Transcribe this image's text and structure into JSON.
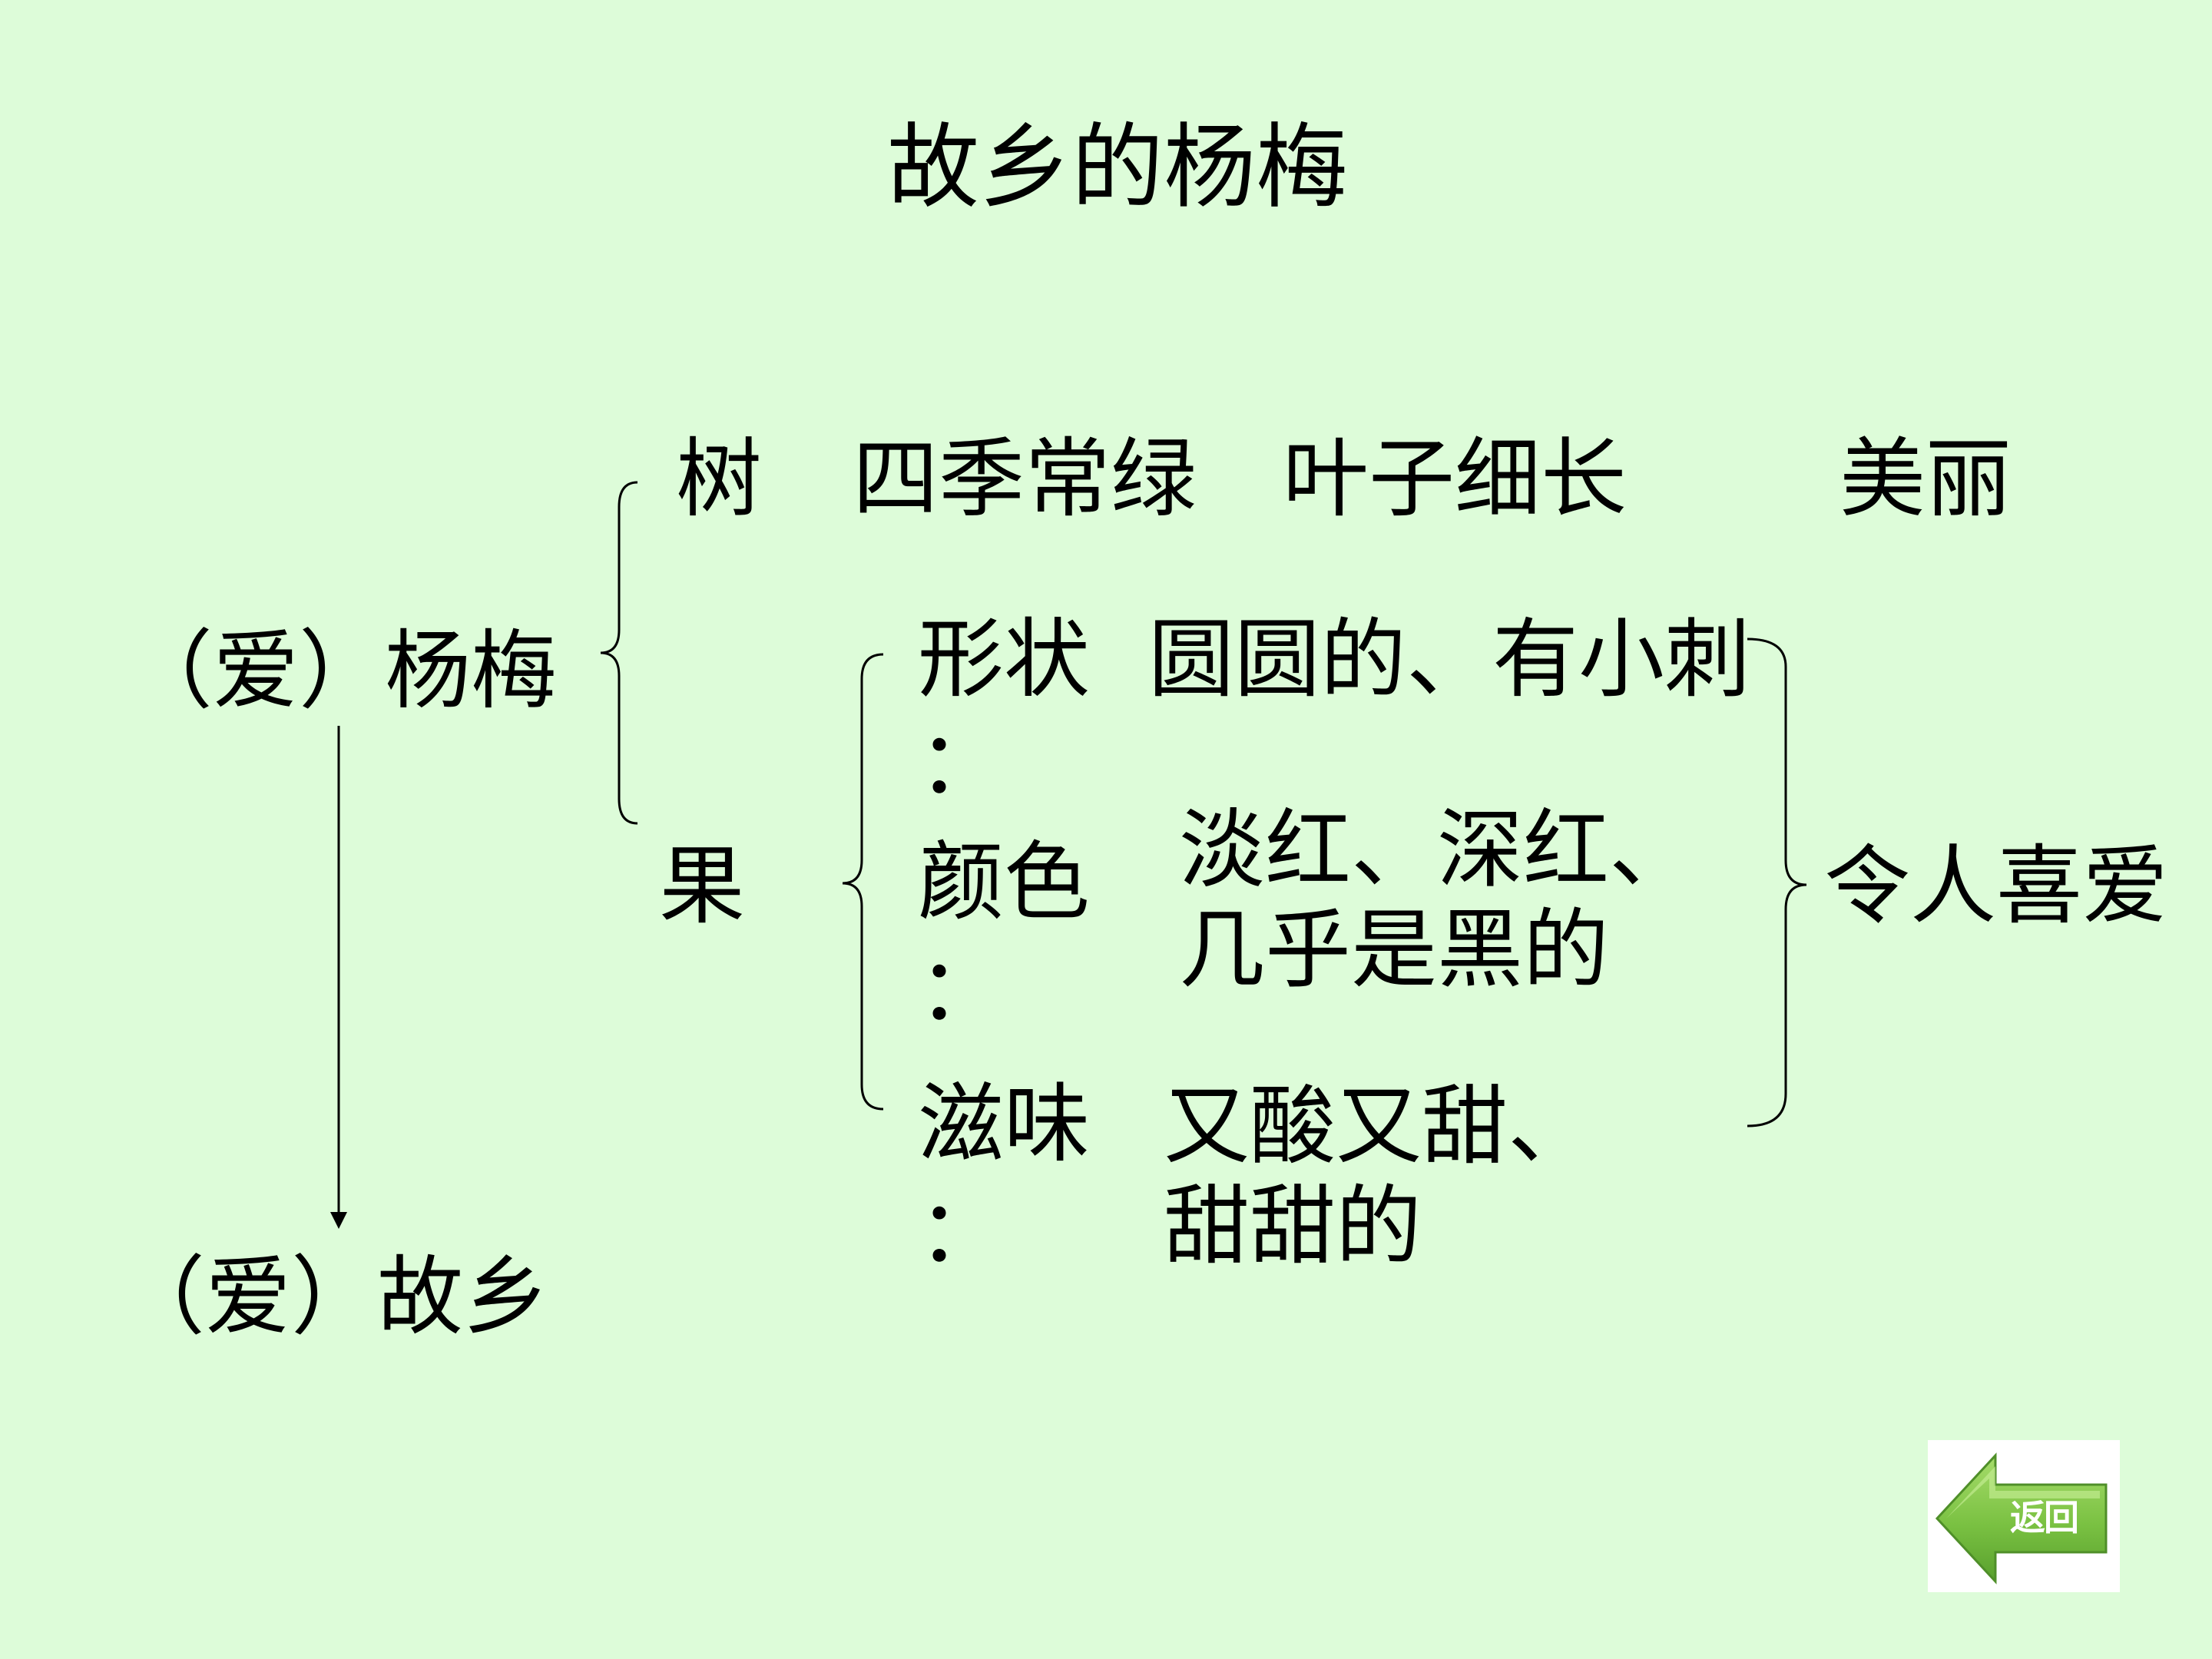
{
  "title": "故乡的杨梅",
  "root": {
    "label": "（爱）杨梅"
  },
  "conclusion": {
    "label": "（爱）故乡"
  },
  "tree": {
    "label": "树",
    "features": [
      "四季常绿",
      "叶子细长"
    ],
    "summary": "美丽"
  },
  "fruit": {
    "label": "果",
    "shape": {
      "label": "形状",
      "colon": "：",
      "value": "圆圆的、有小刺"
    },
    "color": {
      "label": "颜色",
      "colon": "：",
      "value_line1": "淡红、深红、",
      "value_line2": "几乎是黑的"
    },
    "taste": {
      "label": "滋味",
      "colon": "：",
      "value_line1": "又酸又甜、",
      "value_line2": "甜甜的"
    },
    "summary": "令人喜爱"
  },
  "back_button": {
    "label": "返回",
    "icon": "left-arrow-icon",
    "color": "#7ac142"
  }
}
